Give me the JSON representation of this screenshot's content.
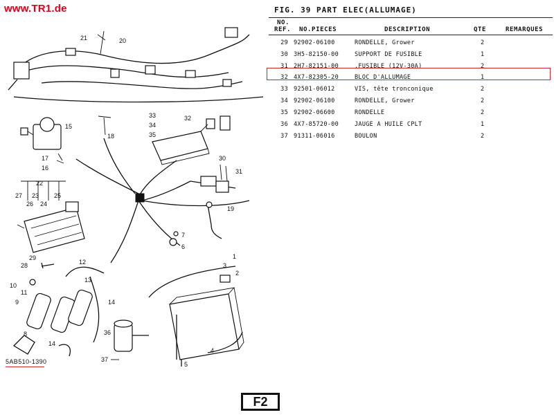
{
  "site": {
    "logo_text": "www.TR1.de"
  },
  "figure": {
    "title": "FIG. 39  PART ELEC(ALLUMAGE)"
  },
  "table": {
    "headers": {
      "no_label": "NO.",
      "ref_label": "REF.",
      "pieces": "NO.PIECES",
      "description": "DESCRIPTION",
      "qte": "QTE",
      "remarques": "REMARQUES"
    },
    "rows": [
      {
        "ref": "29",
        "part_no": "92902-06100",
        "description": "RONDELLE, Grower",
        "qte": "2"
      },
      {
        "ref": "30",
        "part_no": "3H5-82150-00",
        "description": "SUPPORT DE FUSIBLE",
        "qte": "1"
      },
      {
        "ref": "31",
        "part_no": "2H7-82151-00",
        "description": ".FUSIBLE (12V-30A)",
        "qte": "2"
      },
      {
        "ref": "32",
        "part_no": "4X7-82305-20",
        "description": "BLOC D'ALLUMAGE",
        "qte": "1"
      },
      {
        "ref": "33",
        "part_no": "92501-06012",
        "description": "VIS, tête tronconique",
        "qte": "2"
      },
      {
        "ref": "34",
        "part_no": "92902-06100",
        "description": "RONDELLE, Grower",
        "qte": "2"
      },
      {
        "ref": "35",
        "part_no": "92902-06600",
        "description": "RONDELLE",
        "qte": "2"
      },
      {
        "ref": "36",
        "part_no": "4X7-85720-00",
        "description": "JAUGE A HUILE CPLT",
        "qte": "1"
      },
      {
        "ref": "37",
        "part_no": "91311-06016",
        "description": "BOULON",
        "qte": "2"
      }
    ],
    "highlight_color": "#d2262f"
  },
  "diagram": {
    "callouts": [
      "21",
      "20",
      "15",
      "18",
      "33",
      "34",
      "35",
      "32",
      "17",
      "16",
      "30",
      "31",
      "22",
      "23",
      "25",
      "27",
      "26",
      "24",
      "19",
      "7",
      "6",
      "29",
      "28",
      "12",
      "1",
      "3",
      "2",
      "10",
      "11",
      "13",
      "9",
      "8",
      "14",
      "36",
      "14",
      "37",
      "4",
      "5"
    ],
    "caption": "5AB510-1390"
  },
  "page_plate": {
    "label": "F2"
  },
  "colors": {
    "logo": "#e0001a",
    "highlight": "#d2262f"
  }
}
